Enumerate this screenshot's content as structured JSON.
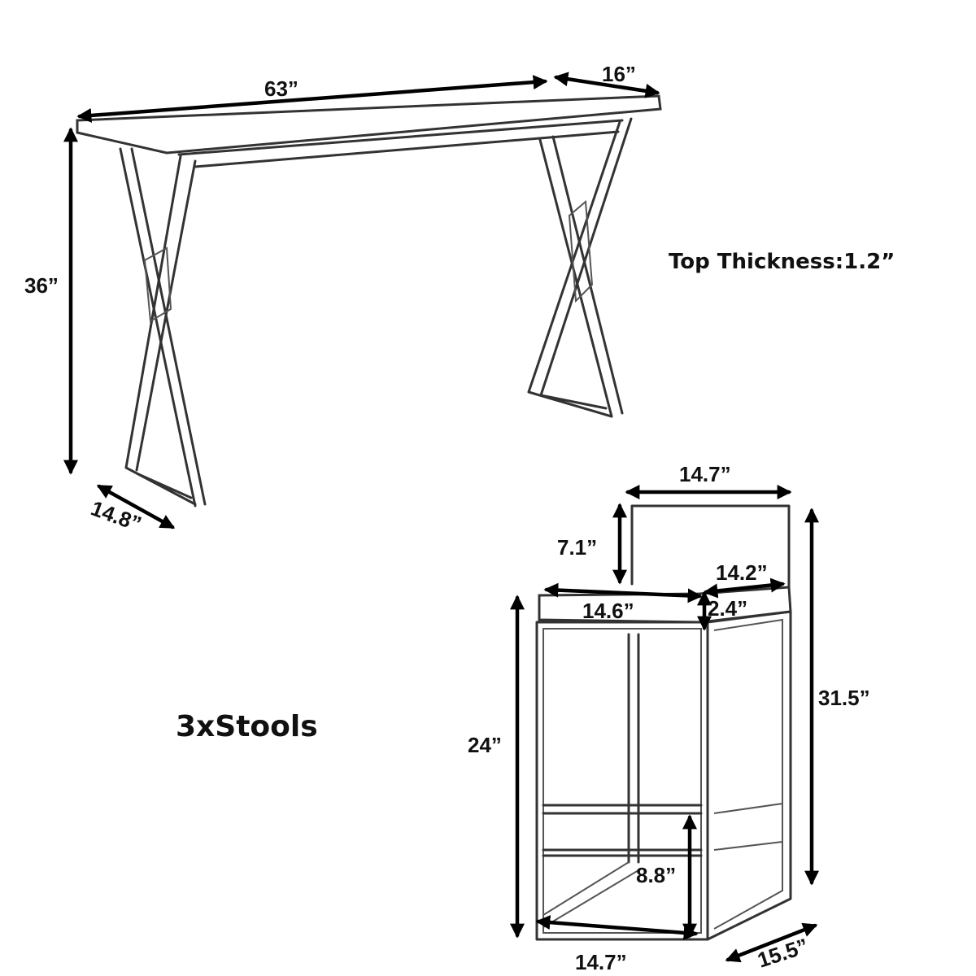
{
  "table": {
    "width": "63”",
    "depth": "16”",
    "height": "36”",
    "leg_depth": "14.8”",
    "top_thickness": "Top Thickness:1.2”"
  },
  "stool": {
    "count_label": "3xStools",
    "back_width": "14.7”",
    "back_height": "7.1”",
    "seat_width": "14.6”",
    "seat_depth": "14.2”",
    "seat_thickness": "2.4”",
    "overall_height": "31.5”",
    "seat_height": "24”",
    "footrest_height": "8.8”",
    "base_width": "14.7”",
    "base_depth": "15.5”"
  }
}
